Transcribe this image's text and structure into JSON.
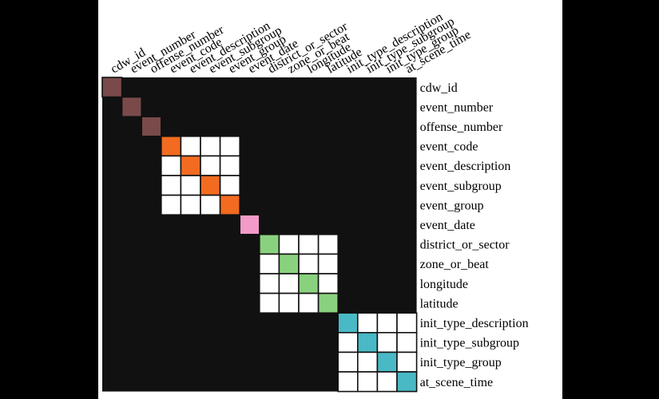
{
  "chart_data": {
    "type": "heatmap",
    "title": "",
    "labels": [
      "cdw_id",
      "event_number",
      "offense_number",
      "event_code",
      "event_description",
      "event_subgroup",
      "event_group",
      "event_date",
      "district_or_sector",
      "zone_or_beat",
      "longitude",
      "latitude",
      "init_type_description",
      "init_type_subgroup",
      "init_type_group",
      "at_scene_time"
    ],
    "groups": [
      {
        "members": [
          0
        ],
        "color": "#7a4a4a"
      },
      {
        "members": [
          1
        ],
        "color": "#7a4a4a"
      },
      {
        "members": [
          2
        ],
        "color": "#7a4a4a"
      },
      {
        "members": [
          3,
          4,
          5,
          6
        ],
        "color": "#f26b21"
      },
      {
        "members": [
          7
        ],
        "color": "#f49ac8"
      },
      {
        "members": [
          8,
          9,
          10,
          11
        ],
        "color": "#8ad17f"
      },
      {
        "members": [
          12,
          13,
          14,
          15
        ],
        "color": "#49b9c5"
      }
    ],
    "cell_legend": {
      "diagonal": "group color",
      "same_group": "#ffffff",
      "different_group": "#111111"
    }
  }
}
